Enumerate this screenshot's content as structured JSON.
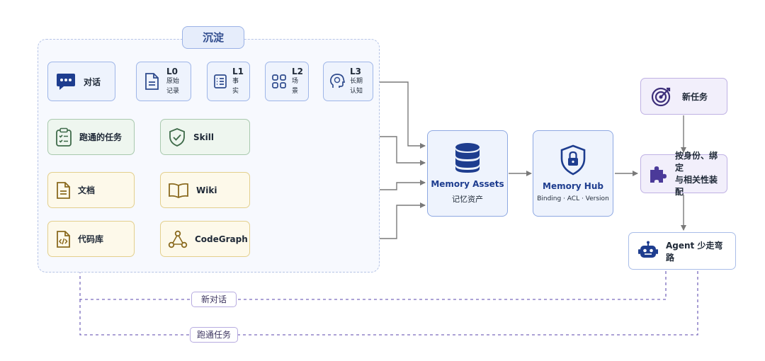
{
  "group": {
    "title": "沉淀"
  },
  "nodes": {
    "dialogue": "对话",
    "l0": {
      "code": "L0",
      "sub": "原始记录"
    },
    "l1": {
      "code": "L1",
      "sub": "事实"
    },
    "l2": {
      "code": "L2",
      "sub": "场景"
    },
    "l3": {
      "code": "L3",
      "sub": "长期认知"
    },
    "task_run": "跑通的任务",
    "skill": "Skill",
    "docs": "文档",
    "wiki": "Wiki",
    "codebase": "代码库",
    "codegraph": "CodeGraph",
    "memory_assets": {
      "title": "Memory Assets",
      "sub": "记忆资产"
    },
    "memory_hub": {
      "title": "Memory Hub",
      "sub": "Binding · ACL · Version"
    },
    "new_task": "新任务",
    "assemble": {
      "line1": "按身份、绑定",
      "line2": "与相关性装配"
    },
    "agent": "Agent 少走弯路"
  },
  "loop_labels": {
    "new_dialogue": "新对话",
    "run_task": "跑通任务"
  },
  "colors": {
    "blue_border": "#9fb6e8",
    "green_border": "#a9c9ae",
    "yellow_border": "#e3cf8d",
    "purple_border": "#bfb1e4",
    "accent_dark_blue": "#1e3d8f",
    "arrow_gray": "#7a7a7a",
    "dashed_purple": "#7a6bbd"
  },
  "icons": {
    "dialogue": "chat-bubble-icon",
    "l0": "document-icon",
    "l1": "list-icon",
    "l2": "grid-icon",
    "l3": "head-brain-icon",
    "task_run": "clipboard-checklist-icon",
    "skill": "shield-check-icon",
    "docs": "document-icon",
    "wiki": "open-book-icon",
    "codebase": "code-file-icon",
    "codegraph": "graph-nodes-icon",
    "memory_assets": "database-icon",
    "memory_hub": "lock-shield-icon",
    "new_task": "target-icon",
    "assemble": "puzzle-icon",
    "agent": "robot-icon"
  }
}
